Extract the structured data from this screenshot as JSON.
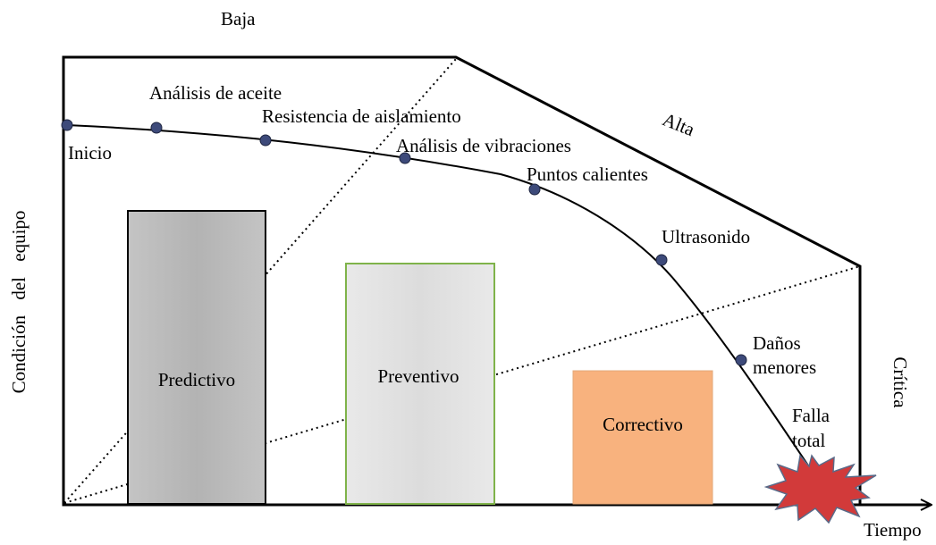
{
  "zones": {
    "low": "Baja",
    "high": "Alta",
    "critical": "Crítica"
  },
  "axes": {
    "y_label": "Condición del equipo",
    "x_label": "Tiempo"
  },
  "curve_points": [
    {
      "label": "Inicio"
    },
    {
      "label": "Análisis de aceite"
    },
    {
      "label": "Resistencia de aislamiento"
    },
    {
      "label": "Análisis de vibraciones"
    },
    {
      "label": "Puntos calientes"
    },
    {
      "label": "Ultrasonido"
    },
    {
      "label_line1": "Daños",
      "label_line2": "menores"
    }
  ],
  "failure": {
    "line1": "Falla",
    "line2": "total"
  },
  "boxes": {
    "predictive": {
      "label": "Predictivo",
      "fill": "#bdbdbd",
      "border": "#000000"
    },
    "preventive": {
      "label": "Preventivo",
      "fill": "#e3e3e3",
      "border": "#7fb34a"
    },
    "corrective": {
      "label": "Correctivo",
      "fill": "#f8b27e",
      "border": "#e0a070"
    }
  },
  "colors": {
    "point_fill": "#3d4a7a",
    "burst_fill": "#d23a3a",
    "burst_stroke": "#5a6a88"
  }
}
